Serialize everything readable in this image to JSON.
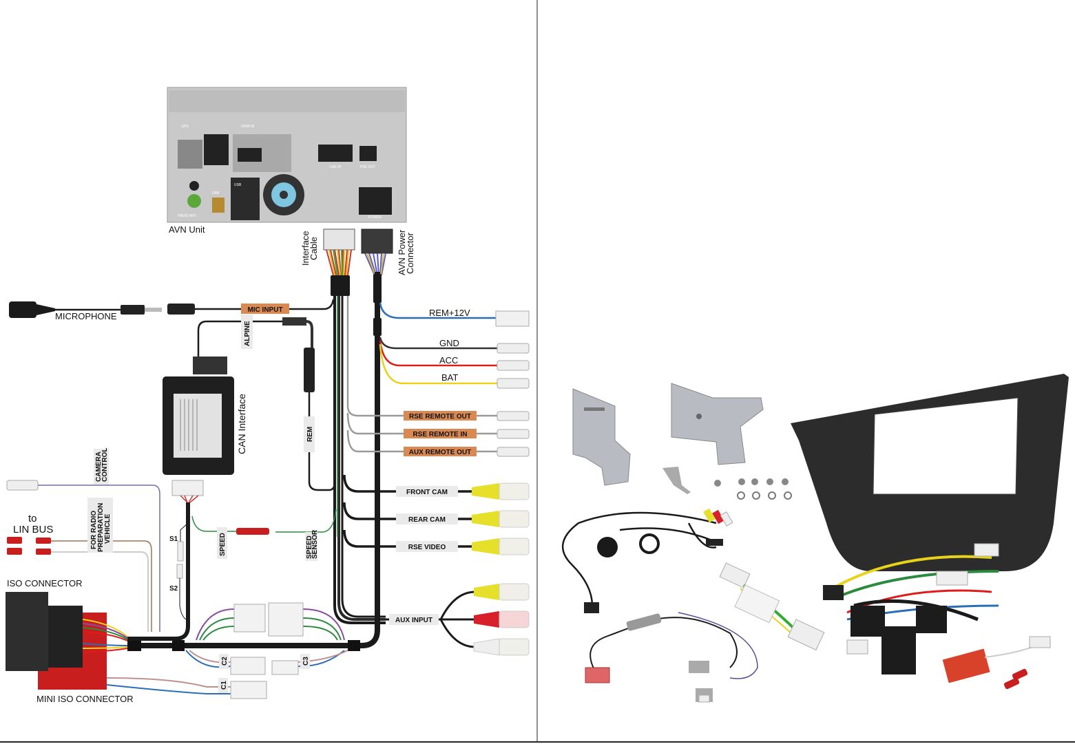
{
  "diagram": {
    "avn_unit": {
      "label": "AVN Unit",
      "port_labels": [
        "GPS",
        "HDMI IN",
        "USB",
        "DAB",
        "RADIO ANT.",
        "CAR I/F",
        "PRE OUT",
        "POWER"
      ]
    },
    "interface_cable_label": [
      "Interface",
      "Cable"
    ],
    "avn_power_connector_label": [
      "AVN Power",
      "Connector"
    ],
    "microphone_label": "MICROPHONE",
    "mic_input_tag": "MIC  INPUT",
    "alpine_tag": "ALPINE",
    "rem_tag": "REM",
    "can_interface_label": "CAN Interface",
    "power_wires": [
      {
        "label": "REM+12V",
        "color": "#2a6db5"
      },
      {
        "label": "GND",
        "color": "#333333"
      },
      {
        "label": "ACC",
        "color": "#e01b1b"
      },
      {
        "label": "BAT",
        "color": "#e8d21a"
      }
    ],
    "remote_wires": [
      {
        "label": "RSE  REMOTE  OUT"
      },
      {
        "label": "RSE  REMOTE  IN"
      },
      {
        "label": "AUX  REMOTE  OUT"
      }
    ],
    "video_outputs": [
      {
        "label": "FRONT  CAM"
      },
      {
        "label": "REAR  CAM"
      },
      {
        "label": "RSE  VIDEO"
      }
    ],
    "aux_input_tag": "AUX  INPUT",
    "camera_control_tag": [
      "CAMERA",
      "CONTROL"
    ],
    "lin_bus_label": [
      "to",
      "LIN BUS"
    ],
    "radio_prep_tag": [
      "FOR RADIO",
      "PREPARATION",
      "VEHICLE"
    ],
    "speed_tag": "SPEED",
    "speed_sensor_tag": [
      "SPEED",
      "SENSOR"
    ],
    "s1_label": "S1",
    "s2_label": "S2",
    "iso_connector_label": "ISO CONNECTOR",
    "mini_iso_connector_label": "MINI ISO CONNECTOR",
    "c1_tag": "C1",
    "c2_tag": "C2",
    "c3_tag": "C3",
    "colors": {
      "tag_orange": "#d98a52",
      "tag_gray": "#e8e8e8",
      "cable_black": "#1a1a1a",
      "rca_yellow": "#e6e02a",
      "rca_red": "#d8202a",
      "iso_red": "#c81e1e"
    }
  }
}
